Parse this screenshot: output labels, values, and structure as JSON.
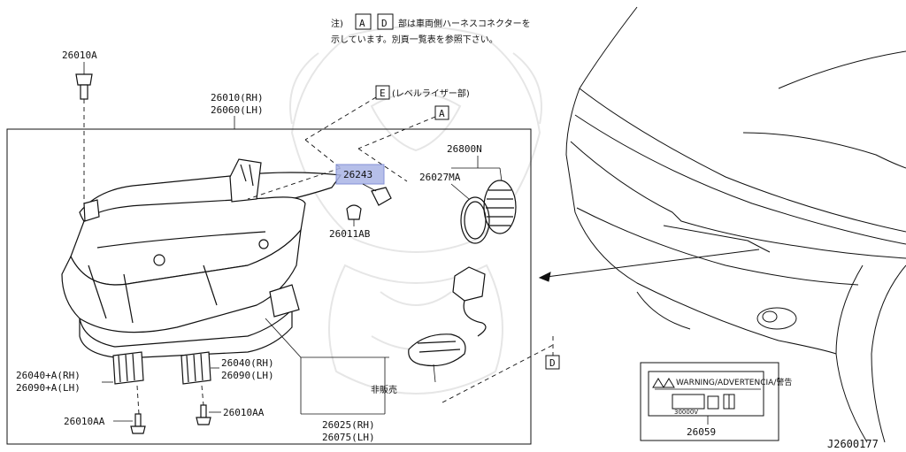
{
  "notes": {
    "line1_prefix": "注)",
    "box_a": "A",
    "box_d": "D",
    "line1_suffix": "部は車両側ハーネスコネクターを",
    "line2": "示しています。別頁一覧表を参照下さい。"
  },
  "labels": {
    "p26010A": "26010A",
    "p26010_rh": "26010(RH)",
    "p26060_lh": "26060(LH)",
    "box_e": "E",
    "e_desc": "(レベルライザー部)",
    "box_a2": "A",
    "p26243": "26243",
    "p26800N": "26800N",
    "p26027MA": "26027MA",
    "p26011AB": "26011AB",
    "p26040a_rh": "26040+A(RH)",
    "p26090a_lh": "26090+A(LH)",
    "p26040_rh": "26040(RH)",
    "p26090_lh": "26090(LH)",
    "p26010AA_left": "26010AA",
    "p26010AA_right": "26010AA",
    "not_for_sale": "非販売",
    "p26025_rh": "26025(RH)",
    "p26075_lh": "26075(LH)",
    "box_d2": "D",
    "p26059": "26059",
    "diagram_code": "J2600177"
  },
  "warning_label": {
    "header": "WARNING/ADVERTENCIA/警告",
    "voltage": "30000V"
  },
  "highlight": {
    "part": "26243",
    "color": "#aab4e6"
  }
}
